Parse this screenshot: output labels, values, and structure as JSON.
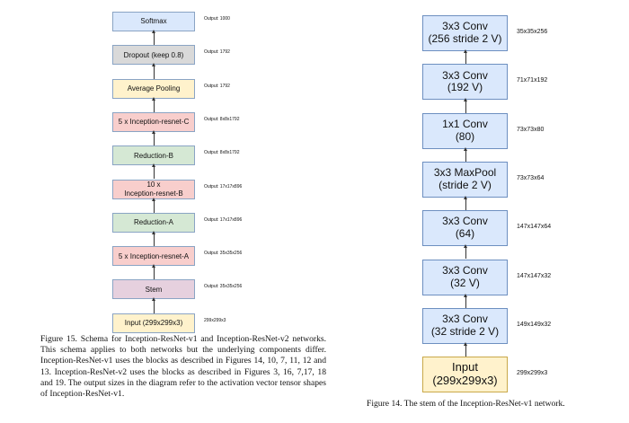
{
  "left_diagram": {
    "blocks": [
      {
        "label": "Softmax",
        "output": "Output: 1000",
        "color": "#dae8fc"
      },
      {
        "label": "Dropout (keep 0.8)",
        "output": "Output: 1792",
        "color": "#d9d9d9"
      },
      {
        "label": "Average Pooling",
        "output": "Output: 1792",
        "color": "#fff2cc"
      },
      {
        "label": "5 x Inception-resnet-C",
        "output": "Output: 8x8x1792",
        "color": "#f8cecc"
      },
      {
        "label": "Reduction-B",
        "output": "Output: 8x8x1792",
        "color": "#d5e8d4"
      },
      {
        "label": "10 x\nInception-resnet-B",
        "output": "Output: 17x17x896",
        "color": "#f8cecc"
      },
      {
        "label": "Reduction-A",
        "output": "Output: 17x17x896",
        "color": "#d5e8d4"
      },
      {
        "label": "5 x Inception-resnet-A",
        "output": "Output: 35x35x256",
        "color": "#f8cecc"
      },
      {
        "label": "Stem",
        "output": "Output: 35x35x256",
        "color": "#e6d0de"
      },
      {
        "label": "Input (299x299x3)",
        "output": "299x299x3",
        "color": "#fff2cc"
      }
    ],
    "caption": "Figure 15. Schema for Inception-ResNet-v1 and Inception-ResNet-v2 networks. This schema applies to both networks but the underlying components differ. Inception-ResNet-v1 uses the blocks as described in Figures 14, 10, 7, 11, 12 and 13. Inception-ResNet-v2 uses the blocks as described in Figures 3, 16, 7,17, 18 and 19. The output sizes in the diagram refer to the activation vector tensor shapes of Inception-ResNet-v1."
  },
  "right_diagram": {
    "blocks": [
      {
        "label": "3x3 Conv\n(256 stride 2 V)",
        "output": "35x35x256",
        "color": "#dae8fc"
      },
      {
        "label": "3x3 Conv\n(192 V)",
        "output": "71x71x192",
        "color": "#dae8fc"
      },
      {
        "label": "1x1 Conv\n(80)",
        "output": "73x73x80",
        "color": "#dae8fc"
      },
      {
        "label": "3x3 MaxPool\n(stride 2 V)",
        "output": "73x73x64",
        "color": "#dae8fc"
      },
      {
        "label": "3x3 Conv\n(64)",
        "output": "147x147x64",
        "color": "#dae8fc"
      },
      {
        "label": "3x3 Conv\n(32 V)",
        "output": "147x147x32",
        "color": "#dae8fc"
      },
      {
        "label": "3x3 Conv\n(32 stride 2 V)",
        "output": "149x149x32",
        "color": "#dae8fc"
      },
      {
        "label": "Input\n(299x299x3)",
        "output": "299x299x3",
        "color": "#fff2cc"
      }
    ],
    "caption": "Figure 14. The stem of the Inception-ResNet-v1 network."
  }
}
